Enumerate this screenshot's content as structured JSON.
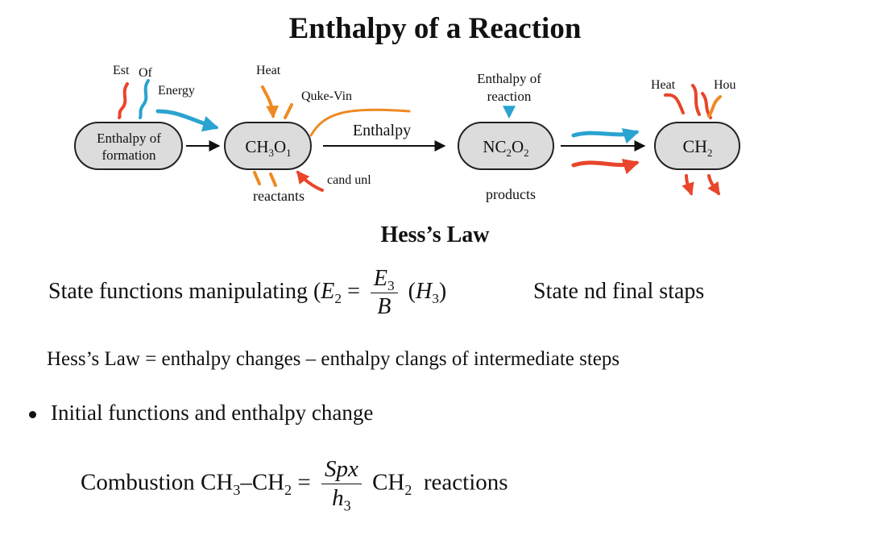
{
  "title": "Enthalpy of a Reaction",
  "diagram": {
    "nodes": {
      "formation": {
        "line1": "Enthalpy of",
        "line2": "formation"
      },
      "reactant": {
        "base1": "CH",
        "sub1": "3",
        "base2": "O",
        "sub2": "1"
      },
      "product": {
        "base1": "NC",
        "sub1": "2",
        "base2": "O",
        "sub2": "2"
      },
      "final": {
        "base1": "CH",
        "sub1": "2"
      }
    },
    "labels": {
      "est": "Est",
      "of": "Of",
      "energy": "Energy",
      "heat1": "Heat",
      "quke_vin": "Quke-Vin",
      "enthalpy_arrow": "Enthalpy",
      "cand_unl": "cand unl",
      "reactants": "reactants",
      "enthalpy_of_reaction_line1": "Enthalpy of",
      "enthalpy_of_reaction_line2": "reaction",
      "products": "products",
      "heat2": "Heat",
      "hou": "Hou"
    },
    "colors": {
      "heat": "#e8452a",
      "energy": "#2aa3d0",
      "warm": "#ee8a24",
      "node_fill": "#dcdcdc",
      "node_stroke": "#222222"
    }
  },
  "hess": {
    "heading": "Hess’s Law",
    "eq1": {
      "prefix": "State functions manipulating (",
      "lhs_var": "E",
      "lhs_sub": "2",
      "equals": " = ",
      "num_var": "E",
      "num_sub": "3",
      "den_var": "B",
      "after_open": " (",
      "h_var": "H",
      "h_sub": "3",
      "after_close": ")",
      "right_text": "State nd final staps"
    },
    "definition": "Hess’s Law = enthalpy changes – enthalpy clangs of intermediate steps",
    "bullet": "Initial functions and enthalpy change",
    "eq2": {
      "prefix": "Combustion CH",
      "sub1": "3",
      "dash": "–CH",
      "sub2": "2",
      "equals": " = ",
      "num": "Spx",
      "den_var": "h",
      "den_sub": "3",
      "after_base": " CH",
      "after_sub": "2",
      "suffix": "  reactions"
    }
  }
}
